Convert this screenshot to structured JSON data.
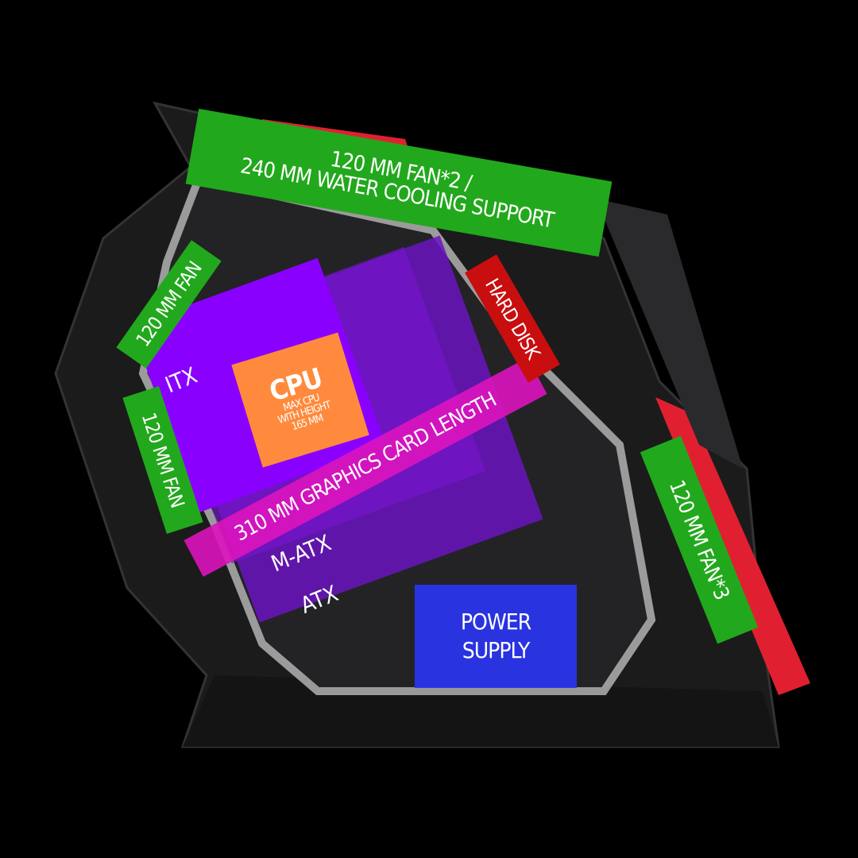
{
  "colors": {
    "fan": "#22a81c",
    "atx": "#6a14c0",
    "itx": "#8a00ff",
    "cpu": "#ff8a3d",
    "gpu": "#d21cb8",
    "hdd": "#c80e0e",
    "psu": "#2a35f0",
    "accent_red": "#e02030"
  },
  "labels": {
    "top_fan_line1": "120 MM FAN*2 /",
    "top_fan_line2": "240 MM WATER COOLING SUPPORT",
    "left_fan_top": "120 MM FAN",
    "left_fan_bottom": "120 MM FAN",
    "right_fan": "120 MM FAN*3",
    "hard_disk": "HARD DISK",
    "itx": "ITX",
    "matx": "M-ATX",
    "atx": "ATX",
    "cpu_title": "CPU",
    "cpu_line1": "MAX CPU",
    "cpu_line2": "WITH HEIGHT",
    "cpu_line3": "165 MM",
    "gpu": "310 MM GRAPHICS CARD LENGTH",
    "psu_line1": "POWER",
    "psu_line2": "SUPPLY"
  }
}
